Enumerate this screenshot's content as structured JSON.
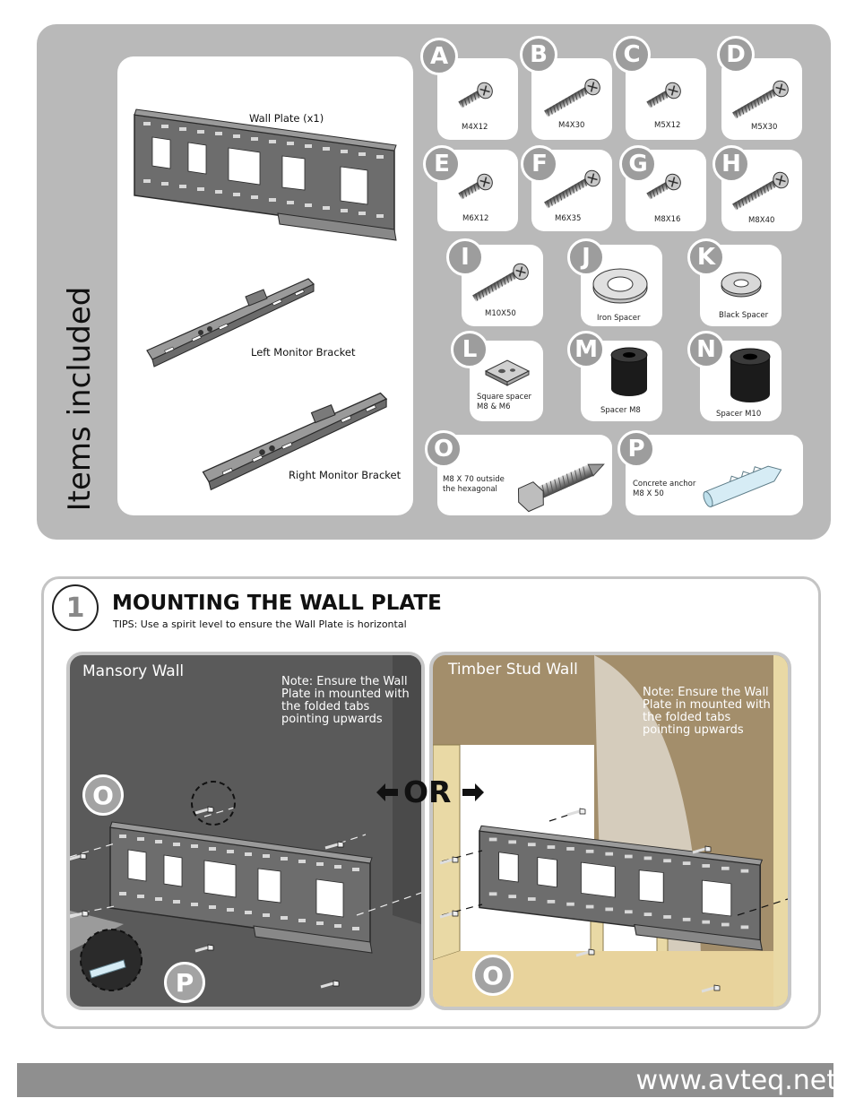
{
  "items_section": {
    "title": "Items included",
    "main_parts": [
      {
        "label": "Wall Plate (x1)"
      },
      {
        "label": "Left Monitor Bracket"
      },
      {
        "label": "Right Monitor Bracket"
      }
    ],
    "parts": [
      {
        "letter": "A",
        "label": "M4X12"
      },
      {
        "letter": "B",
        "label": "M4X30"
      },
      {
        "letter": "C",
        "label": "M5X12"
      },
      {
        "letter": "D",
        "label": "M5X30"
      },
      {
        "letter": "E",
        "label": "M6X12"
      },
      {
        "letter": "F",
        "label": "M6X35"
      },
      {
        "letter": "G",
        "label": "M8X16"
      },
      {
        "letter": "H",
        "label": "M8X40"
      },
      {
        "letter": "I",
        "label": "M10X50"
      },
      {
        "letter": "J",
        "label": "Iron Spacer"
      },
      {
        "letter": "K",
        "label": "Black Spacer"
      },
      {
        "letter": "L",
        "label_line1": "Square spacer",
        "label_line2": "M8 & M6"
      },
      {
        "letter": "M",
        "label": "Spacer M8"
      },
      {
        "letter": "N",
        "label": "Spacer M10"
      },
      {
        "letter": "O",
        "label_line1": "M8 X 70 outside",
        "label_line2": "the hexagonal"
      },
      {
        "letter": "P",
        "label_line1": "Concrete anchor",
        "label_line2": "M8 X 50"
      }
    ]
  },
  "step": {
    "number": "1",
    "title": "MOUNTING THE WALL PLATE",
    "tip": "TIPS: Use a spirit level to ensure the Wall Plate is horizontal",
    "or_label": "OR",
    "masonry": {
      "title": "Mansory Wall",
      "note": "Note: Ensure the Wall Plate in mounted with the folded tabs pointing upwards",
      "callout_o": "O",
      "callout_p": "P"
    },
    "timber": {
      "title": "Timber Stud Wall",
      "note": "Note: Ensure the Wall Plate in mounted with the folded tabs pointing upwards",
      "callout_o": "O"
    }
  },
  "footer": {
    "url": "www.avteq.net"
  },
  "colors": {
    "panel_gray": "#b9b9b9",
    "badge_gray": "#9d9d9d",
    "masonry_wall": "#5a5a5a",
    "timber_wall": "#a38e6b",
    "footer_bar": "#8f8f8f"
  }
}
